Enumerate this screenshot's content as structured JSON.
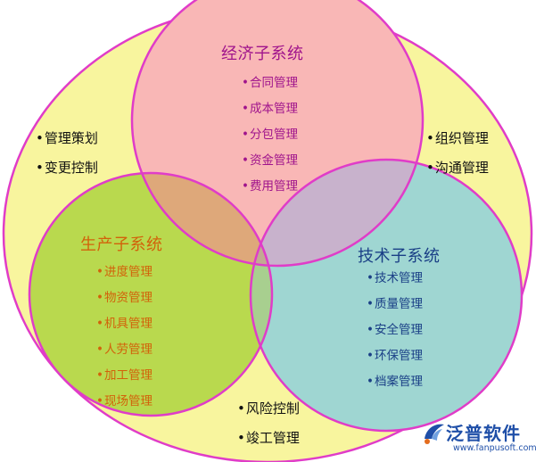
{
  "colors": {
    "outer_fill": "#f8f59e",
    "outer_stroke": "#e03cc8",
    "economic_fill": "#f9b7b6",
    "production_fill": "#b9d94e",
    "technical_fill": "#9fd6d2",
    "overlap_econ_prod": "#dea87a",
    "overlap_econ_tech": "#c8b2cc",
    "overlap_prod_tech": "#a8cf8f",
    "overlap_all": "#c2aa92",
    "economic_text": "#a0148c",
    "production_text": "#d2620a",
    "technical_text": "#1a3f86",
    "outer_text": "#111111",
    "logo_blue": "#1f4fa8"
  },
  "economic": {
    "title": "经济子系统",
    "items": [
      "合同管理",
      "成本管理",
      "分包管理",
      "资金管理",
      "费用管理"
    ]
  },
  "production": {
    "title": "生产子系统",
    "items": [
      "进度管理",
      "物资管理",
      "机具管理",
      "人劳管理",
      "加工管理",
      "现场管理"
    ]
  },
  "technical": {
    "title": "技术子系统",
    "items": [
      "技术管理",
      "质量管理",
      "安全管理",
      "环保管理",
      "档案管理"
    ]
  },
  "outer_left": {
    "items": [
      "管理策划",
      "变更控制"
    ]
  },
  "outer_right": {
    "items": [
      "组织管理",
      "沟通管理"
    ]
  },
  "outer_bottom": {
    "items": [
      "风险控制",
      "竣工管理"
    ]
  },
  "logo": {
    "icon": "fanpu-logo-icon",
    "name": "泛普软件",
    "url": "www.fanpusoft.com"
  }
}
